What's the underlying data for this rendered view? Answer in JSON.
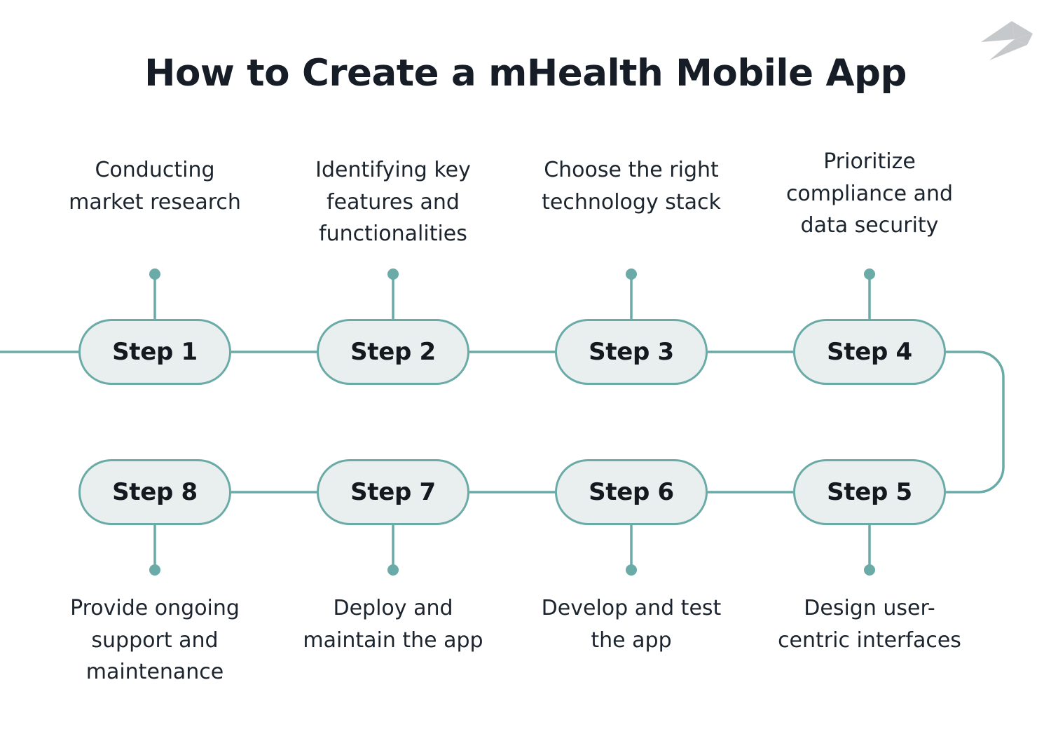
{
  "page": {
    "title": "How to Create a mHealth Mobile App",
    "background_color": "#ffffff",
    "title_color": "#161d26",
    "accent_color": "#6aaba8",
    "node_fill_color": "#e9efee",
    "logo_color": "#c6c9cb",
    "logo_icon": "origami-bird-logo"
  },
  "diagram": {
    "type": "process-flow",
    "layout": "snake-two-rows",
    "direction": "left-to-right-then-right-to-left",
    "steps": [
      {
        "id": 1,
        "label": "Step 1",
        "caption": "Conducting market research",
        "row": "top",
        "column": 1
      },
      {
        "id": 2,
        "label": "Step 2",
        "caption": "Identifying key features and functionalities",
        "row": "top",
        "column": 2
      },
      {
        "id": 3,
        "label": "Step 3",
        "caption": "Choose the right technology stack",
        "row": "top",
        "column": 3
      },
      {
        "id": 4,
        "label": "Step 4",
        "caption": "Prioritize compliance and data security",
        "row": "top",
        "column": 4
      },
      {
        "id": 5,
        "label": "Step 5",
        "caption": "Design user-centric interfaces",
        "row": "bottom",
        "column": 4
      },
      {
        "id": 6,
        "label": "Step 6",
        "caption": "Develop and test the app",
        "row": "bottom",
        "column": 3
      },
      {
        "id": 7,
        "label": "Step 7",
        "caption": "Deploy and maintain the app",
        "row": "bottom",
        "column": 2
      },
      {
        "id": 8,
        "label": "Step 8",
        "caption": "Provide ongoing support and maintenance",
        "row": "bottom",
        "column": 1
      }
    ]
  }
}
